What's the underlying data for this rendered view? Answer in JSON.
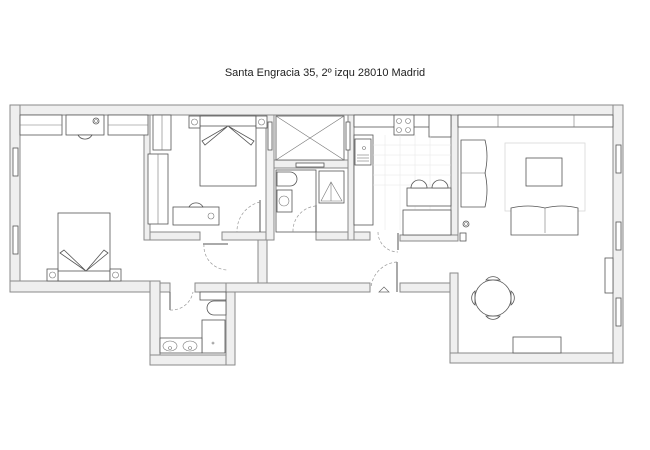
{
  "plan": {
    "address": "Santa Engracia 35, 2º izqu 28010 Madrid",
    "rooms": [
      {
        "id": "master-bedroom",
        "furniture": [
          "double-bed",
          "nightstand",
          "nightstand",
          "wardrobe",
          "wardrobe",
          "desk",
          "chair"
        ]
      },
      {
        "id": "bedroom-2",
        "furniture": [
          "double-bed",
          "nightstand",
          "nightstand",
          "desk",
          "chair",
          "wardrobe"
        ]
      },
      {
        "id": "bathroom-1",
        "furniture": [
          "toilet",
          "sink",
          "shower"
        ]
      },
      {
        "id": "kitchen",
        "furniture": [
          "sink",
          "cooktop",
          "fridge",
          "bar-counter",
          "stool",
          "stool"
        ]
      },
      {
        "id": "bathroom-2",
        "furniture": [
          "toilet",
          "double-sink",
          "shower"
        ]
      },
      {
        "id": "living-room",
        "furniture": [
          "armchair-sofa",
          "sofa",
          "coffee-table",
          "rug",
          "dining-table",
          "chair",
          "chair",
          "chair",
          "chair",
          "tv-unit",
          "sideboard"
        ]
      },
      {
        "id": "hallway",
        "furniture": []
      },
      {
        "id": "lightwell",
        "furniture": []
      }
    ],
    "entrance_marker": "triangle",
    "colors": {
      "wall_fill": "#efefef",
      "wall_stroke": "#8a8a8a",
      "line": "#555555",
      "background": "#ffffff"
    }
  }
}
